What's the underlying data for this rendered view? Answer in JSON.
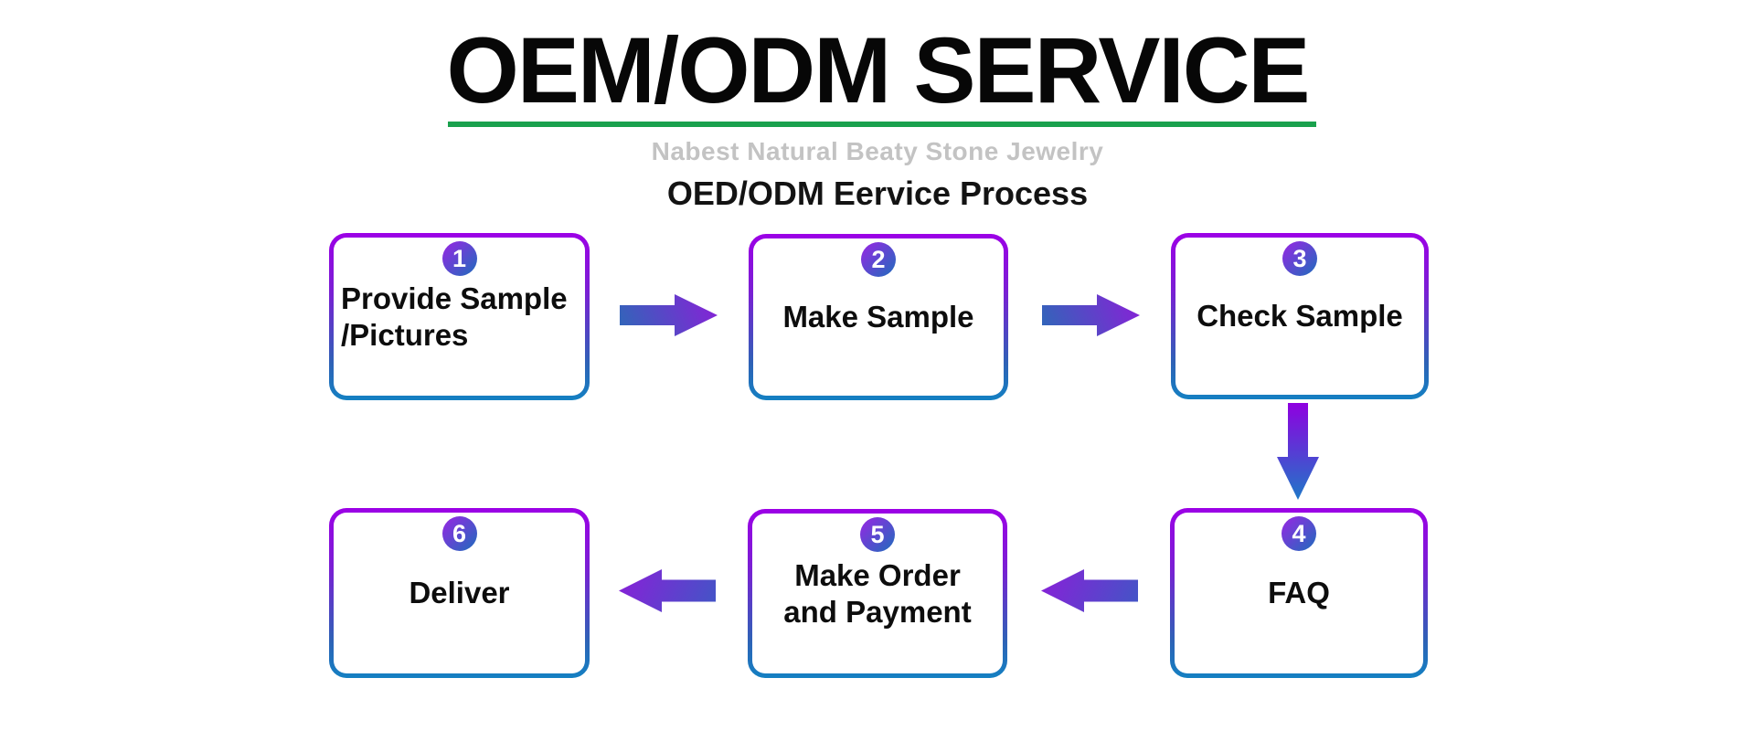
{
  "page": {
    "background": "#ffffff"
  },
  "header": {
    "title": "OEM/ODM SERVICE",
    "subtitle": "Nabest Natural Beaty Stone Jewelry",
    "process_heading": "OED/ODM Eervice Process"
  },
  "colors": {
    "title_text": "#070707",
    "underline_green": "#1aa14d",
    "subtitle_gray": "#c3c3c3",
    "box_border_top": "#9c00e6",
    "box_border_bottom": "#1480c2",
    "badge_purple": "#8d2ce0",
    "badge_blue": "#2a66c0",
    "arrow_purple": "#8a1fd8",
    "arrow_blue": "#2e68b8",
    "label_text": "#0d0d0d"
  },
  "flow": {
    "steps": [
      {
        "number": "1",
        "lines": [
          "Provide Sample",
          "/Pictures"
        ]
      },
      {
        "number": "2",
        "lines": [
          "Make Sample"
        ]
      },
      {
        "number": "3",
        "lines": [
          "Check Sample"
        ]
      },
      {
        "number": "4",
        "lines": [
          "FAQ"
        ]
      },
      {
        "number": "5",
        "lines": [
          "Make Order",
          "and Payment"
        ]
      },
      {
        "number": "6",
        "lines": [
          "Deliver"
        ]
      }
    ],
    "arrows": [
      {
        "direction": "right",
        "from": "1",
        "to": "2"
      },
      {
        "direction": "right",
        "from": "2",
        "to": "3"
      },
      {
        "direction": "down",
        "from": "3",
        "to": "4"
      },
      {
        "direction": "left",
        "from": "4",
        "to": "5"
      },
      {
        "direction": "left",
        "from": "5",
        "to": "6"
      }
    ]
  }
}
